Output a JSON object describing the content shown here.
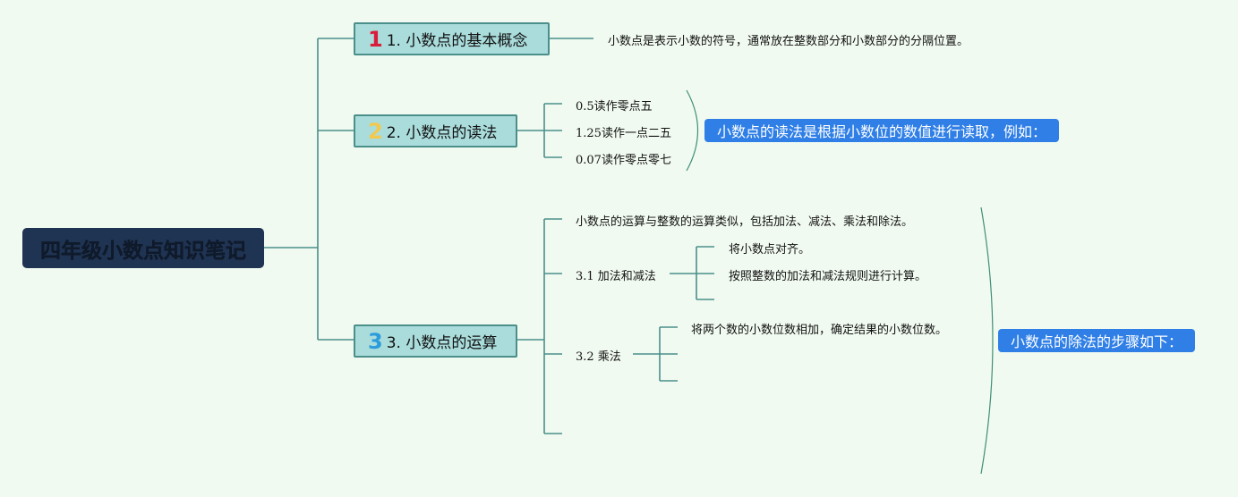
{
  "root": {
    "title": "四年级小数点知识笔记"
  },
  "topics": [
    {
      "num": "1",
      "label": "1. 小数点的基本概念",
      "num_color": "#d81e3a"
    },
    {
      "num": "2",
      "label": "2. 小数点的读法",
      "num_color": "#f2c94c"
    },
    {
      "num": "3",
      "label": "3. 小数点的运算",
      "num_color": "#2d9cdb"
    }
  ],
  "concept_text": "小数点是表示小数的符号，通常放在整数部分和小数部分的分隔位置。",
  "reading": {
    "items": [
      "0.5读作零点五",
      "1.25读作一点二五",
      "0.07读作零点零七"
    ],
    "summary": "小数点的读法是根据小数位的数值进行读取，例如："
  },
  "operations": {
    "intro": "小数点的运算与整数的运算类似，包括加法、减法、乘法和除法。",
    "addition": {
      "label": "3.1 加法和减法",
      "steps": [
        "将小数点对齐。",
        "按照整数的加法和减法规则进行计算。"
      ]
    },
    "multiplication": {
      "label": "3.2 乘法",
      "steps": [
        "将两个数的小数位数相加，确定结果的小数位数。"
      ]
    },
    "summary": "小数点的除法的步骤如下："
  },
  "colors": {
    "line": "#4a8f8a",
    "summary_bg": "#2f7fe6",
    "root_bg": "#1f3352"
  }
}
